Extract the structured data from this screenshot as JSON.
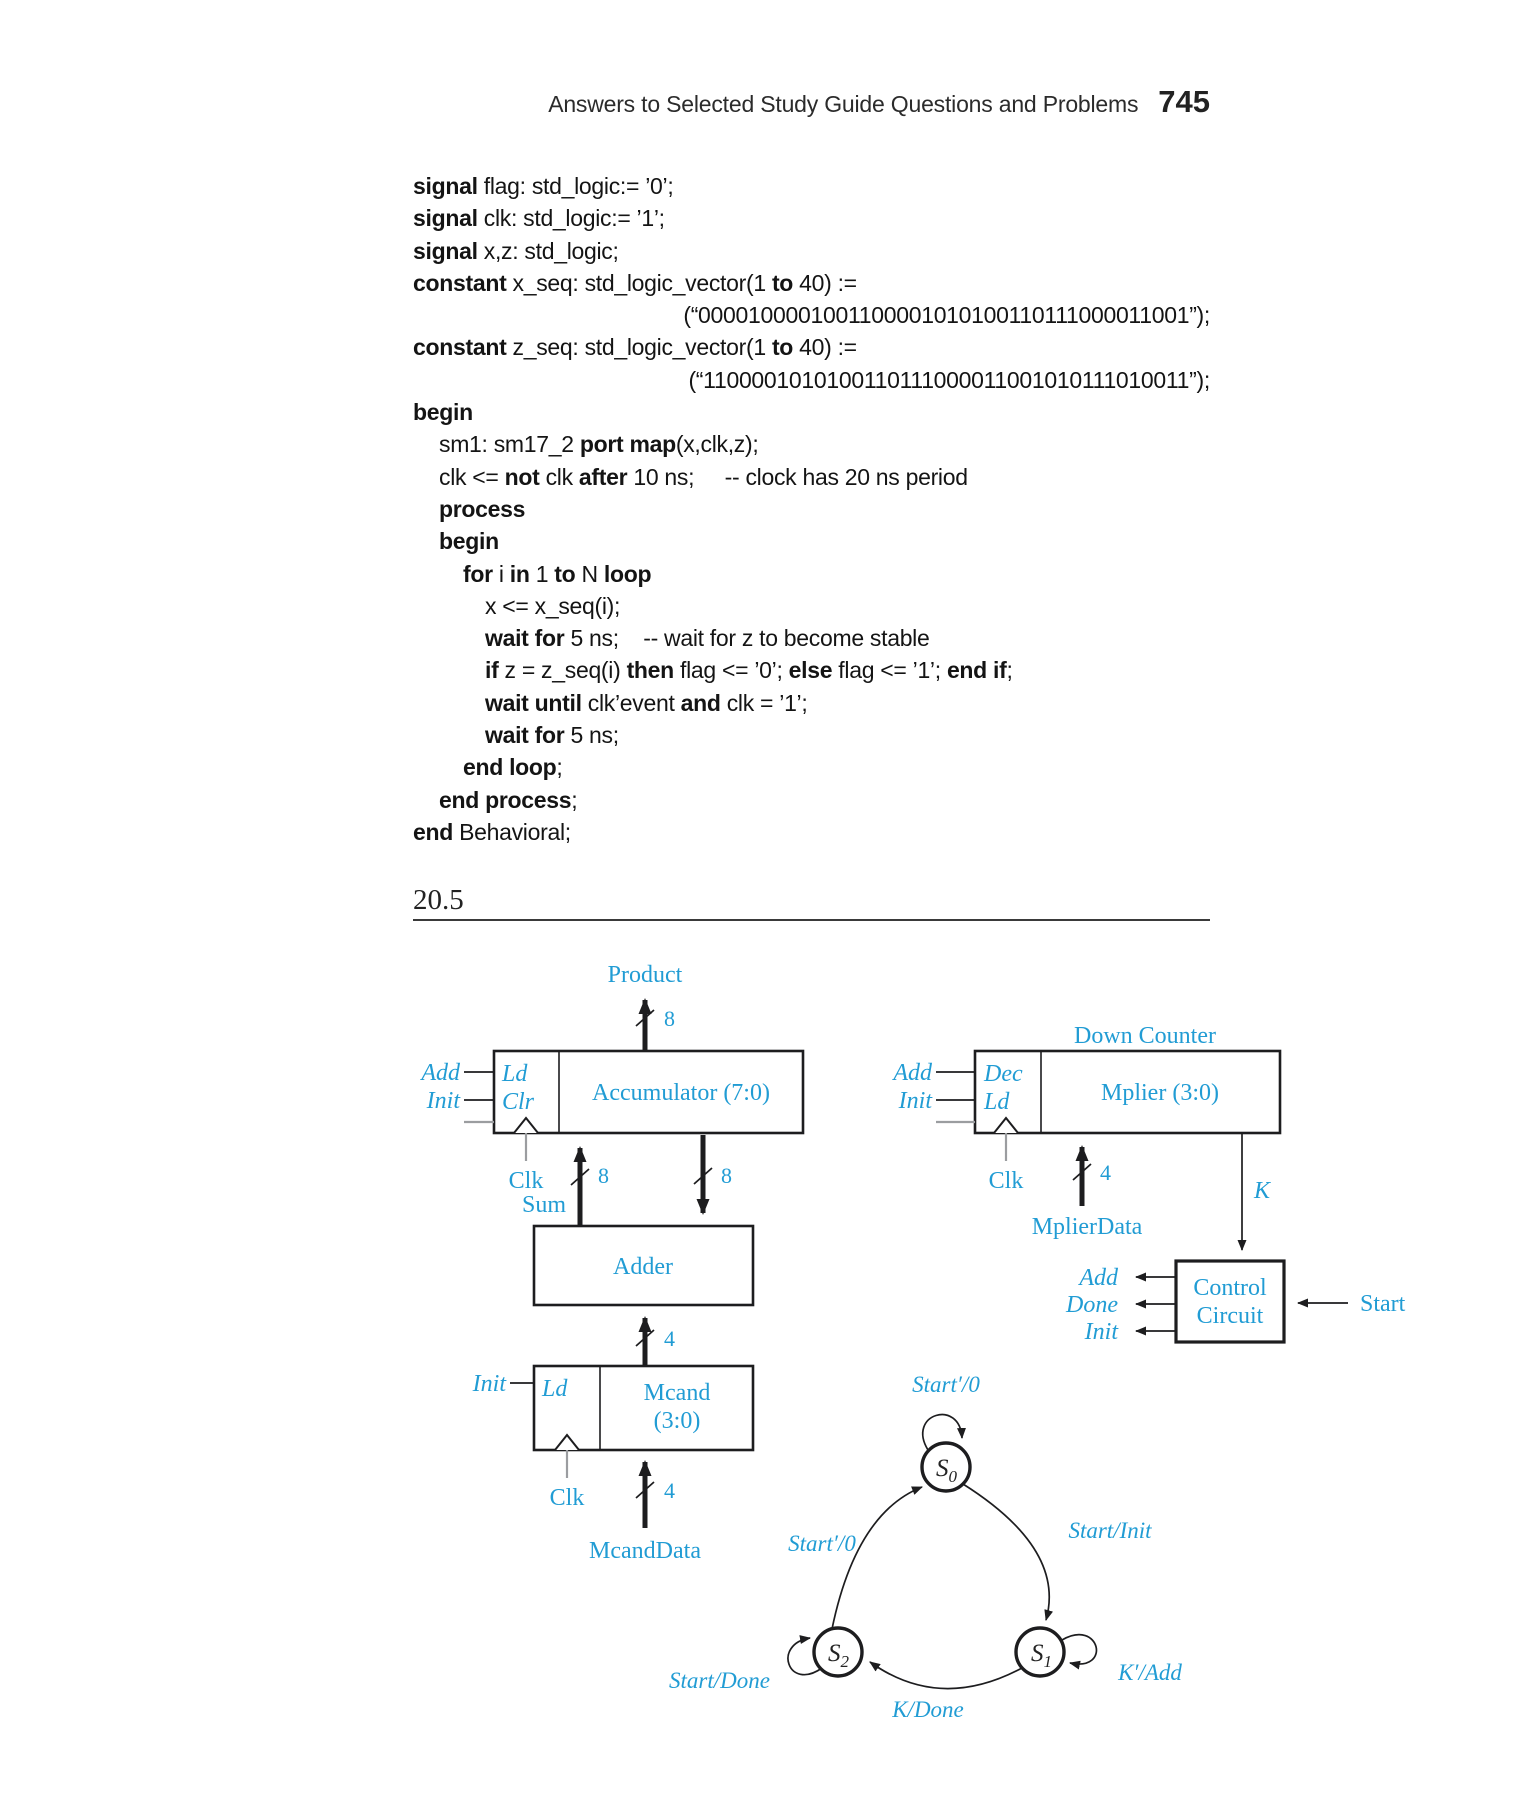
{
  "header": {
    "title": "Answers to Selected Study Guide Questions and Problems",
    "page_number": "745"
  },
  "section": {
    "number": "20.5"
  },
  "colors": {
    "accent_blue": "#219cd4",
    "line_black": "#1d1d1f",
    "stub_gray": "#9b9da0"
  },
  "code": {
    "lines": [
      {
        "indent": 0,
        "segs": [
          {
            "b": true,
            "t": "signal"
          },
          {
            "t": " flag: std_logic:= ’0’;"
          }
        ]
      },
      {
        "indent": 0,
        "segs": [
          {
            "b": true,
            "t": "signal"
          },
          {
            "t": " clk: std_logic:= ’1’;"
          }
        ]
      },
      {
        "indent": 0,
        "segs": [
          {
            "b": true,
            "t": "signal"
          },
          {
            "t": " x,z: std_logic;"
          }
        ]
      },
      {
        "indent": 0,
        "segs": [
          {
            "b": true,
            "t": "constant"
          },
          {
            "t": " x_seq: std_logic_vector(1 "
          },
          {
            "b": true,
            "t": "to"
          },
          {
            "t": " 40) :="
          }
        ]
      },
      {
        "align": "right",
        "segs": [
          {
            "t": "(“0000100001001100001010100110111000011001”);"
          }
        ]
      },
      {
        "indent": 0,
        "segs": [
          {
            "b": true,
            "t": "constant"
          },
          {
            "t": " z_seq: std_logic_vector(1 "
          },
          {
            "b": true,
            "t": "to"
          },
          {
            "t": " 40) :="
          }
        ]
      },
      {
        "align": "right",
        "segs": [
          {
            "t": "(“1100001010100110111000011001010111010011”);"
          }
        ]
      },
      {
        "indent": 0,
        "segs": [
          {
            "b": true,
            "t": "begin"
          }
        ]
      },
      {
        "indent": 1,
        "segs": [
          {
            "t": "sm1: sm17_2 "
          },
          {
            "b": true,
            "t": "port map"
          },
          {
            "t": "(x,clk,z);"
          }
        ]
      },
      {
        "indent": 1,
        "segs": [
          {
            "t": "clk <= "
          },
          {
            "b": true,
            "t": "not"
          },
          {
            "t": " clk "
          },
          {
            "b": true,
            "t": "after"
          },
          {
            "t": " 10 ns;     -- clock has 20 ns period"
          }
        ]
      },
      {
        "indent": 1,
        "segs": [
          {
            "b": true,
            "t": "process"
          }
        ]
      },
      {
        "indent": 1,
        "segs": [
          {
            "b": true,
            "t": "begin"
          }
        ]
      },
      {
        "indent": 2,
        "segs": [
          {
            "b": true,
            "t": "for"
          },
          {
            "t": " i "
          },
          {
            "b": true,
            "t": "in"
          },
          {
            "t": " 1 "
          },
          {
            "b": true,
            "t": "to"
          },
          {
            "t": " N "
          },
          {
            "b": true,
            "t": "loop"
          }
        ]
      },
      {
        "indent": 3,
        "segs": [
          {
            "t": "x <= x_seq(i);"
          }
        ]
      },
      {
        "indent": 3,
        "segs": [
          {
            "b": true,
            "t": "wait for"
          },
          {
            "t": " 5 ns;    -- wait for z to become stable"
          }
        ]
      },
      {
        "indent": 3,
        "segs": [
          {
            "b": true,
            "t": "if"
          },
          {
            "t": " z = z_seq(i) "
          },
          {
            "b": true,
            "t": "then"
          },
          {
            "t": " flag <= ’0’; "
          },
          {
            "b": true,
            "t": "else"
          },
          {
            "t": " flag <= ’1’; "
          },
          {
            "b": true,
            "t": "end if"
          },
          {
            "t": ";"
          }
        ]
      },
      {
        "indent": 3,
        "segs": [
          {
            "b": true,
            "t": "wait until"
          },
          {
            "t": " clk’event "
          },
          {
            "b": true,
            "t": "and"
          },
          {
            "t": " clk = ’1’;"
          }
        ]
      },
      {
        "indent": 3,
        "segs": [
          {
            "b": true,
            "t": "wait for"
          },
          {
            "t": " 5 ns;"
          }
        ]
      },
      {
        "indent": 2,
        "segs": [
          {
            "b": true,
            "t": "end loop"
          },
          {
            "t": ";"
          }
        ]
      },
      {
        "indent": 1,
        "segs": [
          {
            "b": true,
            "t": "end process"
          },
          {
            "t": ";"
          }
        ]
      },
      {
        "indent": 0,
        "segs": [
          {
            "b": true,
            "t": "end"
          },
          {
            "t": " Behavioral;"
          }
        ]
      }
    ]
  },
  "diagram": {
    "accumulator": {
      "product": "Product",
      "bus8_out": "8",
      "ld": "Ld",
      "clr": "Clr",
      "add": "Add",
      "init": "Init",
      "title": "Accumulator (7:0)",
      "clk": "Clk",
      "sum": "Sum",
      "bus8_sum": "8",
      "bus8_fb": "8"
    },
    "adder": {
      "title": "Adder",
      "bus4": "4"
    },
    "mcand": {
      "ld": "Ld",
      "init": "Init",
      "title1": "Mcand",
      "title2": "(3:0)",
      "clk": "Clk",
      "bus4": "4",
      "data": "McandData"
    },
    "down_counter": {
      "caption": "Down Counter",
      "dec": "Dec",
      "ld": "Ld",
      "add": "Add",
      "init": "Init",
      "title": "Mplier (3:0)",
      "clk": "Clk",
      "bus4": "4",
      "data": "MplierData",
      "k": "K"
    },
    "control": {
      "line1": "Control",
      "line2": "Circuit",
      "add": "Add",
      "done": "Done",
      "init": "Init",
      "start": "Start"
    },
    "fsm": {
      "s0": {
        "base": "S",
        "sub": "0"
      },
      "s1": {
        "base": "S",
        "sub": "1"
      },
      "s2": {
        "base": "S",
        "sub": "2"
      },
      "s0_self": "Start′/0",
      "s2_to_s0": "Start′/0",
      "s0_to_s1": "Start/Init",
      "s1_self": "K′/Add",
      "s1_to_s2": "K/Done",
      "s2_self": "Start/Done"
    }
  }
}
